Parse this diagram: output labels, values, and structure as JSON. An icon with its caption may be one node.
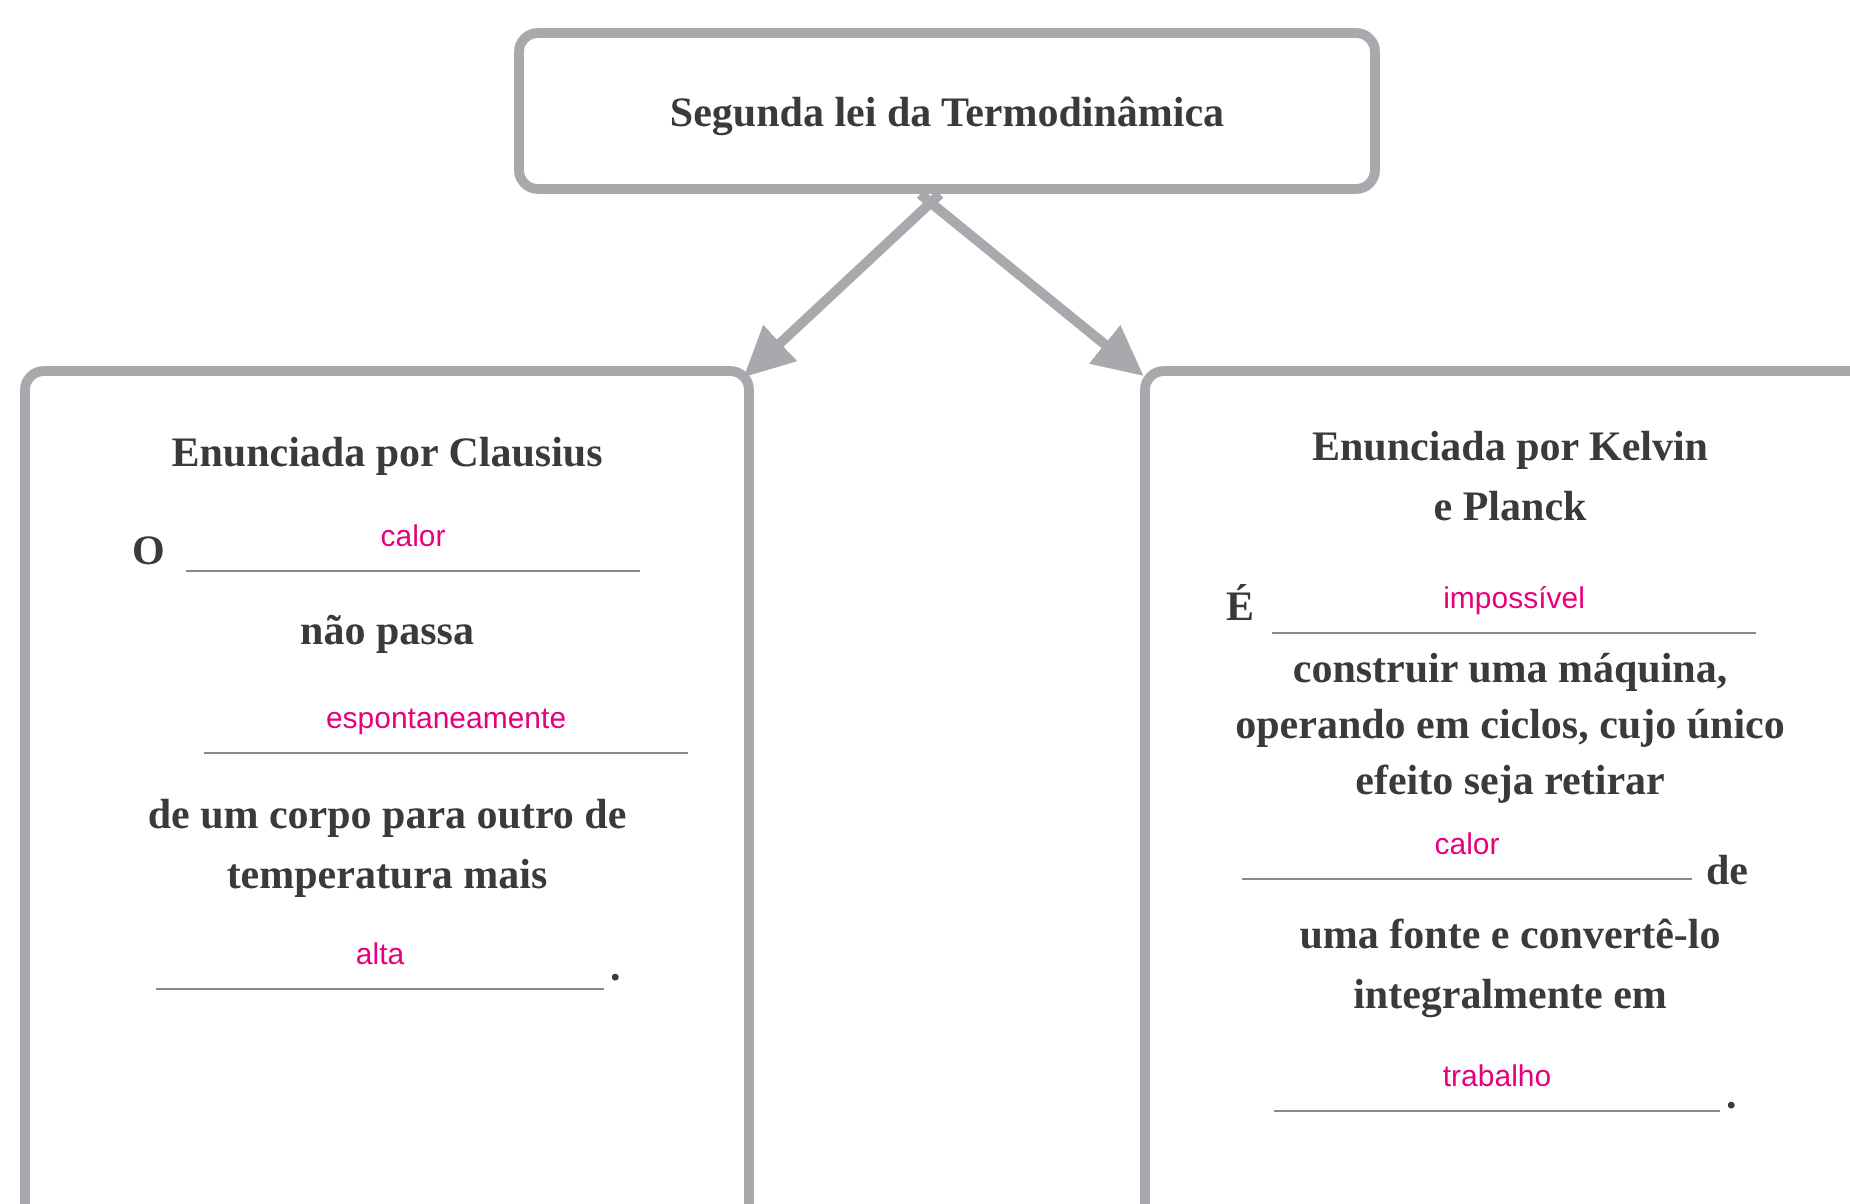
{
  "diagram": {
    "nodes": [
      {
        "text": [
          "Segunda lei da Termodinâmica"
        ]
      },
      {
        "text": [
          "Enunciada por Clausius",
          "O",
          "calor",
          "não passa",
          "espontaneamente",
          "de um corpo para outro de temperatura mais",
          "alta",
          "."
        ]
      },
      {
        "text": [
          "Enunciada por Kelvin e Planck",
          "É",
          "impossível",
          "construir uma máquina, operando em ciclos, cujo único efeito seja retirar",
          "calor",
          "de",
          "uma fonte e convertê-lo integralmente em",
          "trabalho",
          "."
        ]
      }
    ],
    "edges": [
      {
        "from": 0,
        "to": 1,
        "arrow": "to"
      },
      {
        "from": 0,
        "to": 2,
        "arrow": "to"
      }
    ]
  }
}
